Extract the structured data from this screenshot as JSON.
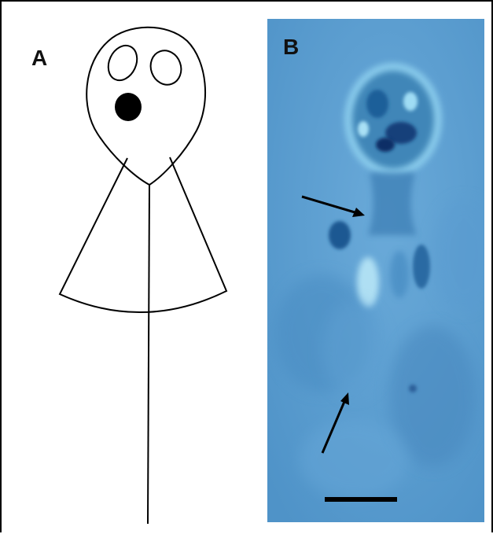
{
  "panels": {
    "a": {
      "label": "A"
    },
    "b": {
      "label": "B"
    }
  },
  "colors": {
    "micrograph_background": "#5fa0d2",
    "ink": "#000000"
  },
  "icons": {
    "scale_bar": "scale-bar",
    "arrows": "arrow-icon"
  }
}
